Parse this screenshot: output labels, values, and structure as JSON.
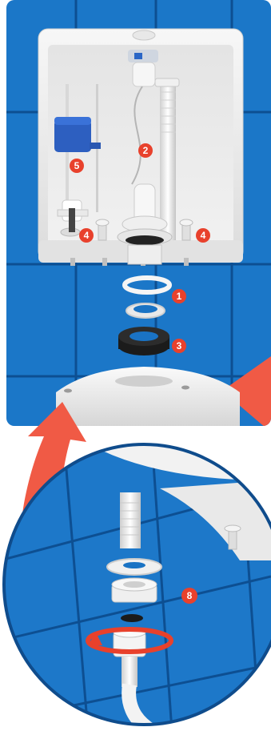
{
  "badges": {
    "b1": "1",
    "b2": "2",
    "b3": "3",
    "b4a": "4",
    "b4b": "4",
    "b5": "5",
    "b8": "8"
  },
  "colors": {
    "tile_blue": "#1a73c4",
    "grout": "#0d4f92",
    "badge_red": "#e8412c",
    "arrow_coral": "#f05a45",
    "float_blue": "#2d5fc0",
    "ceramic": "#f2f2f2"
  },
  "icons": {
    "float_cup": "blue-float-cup",
    "flush_valve": "flush-valve-assembly",
    "supply_hose": "white-supply-hose"
  }
}
